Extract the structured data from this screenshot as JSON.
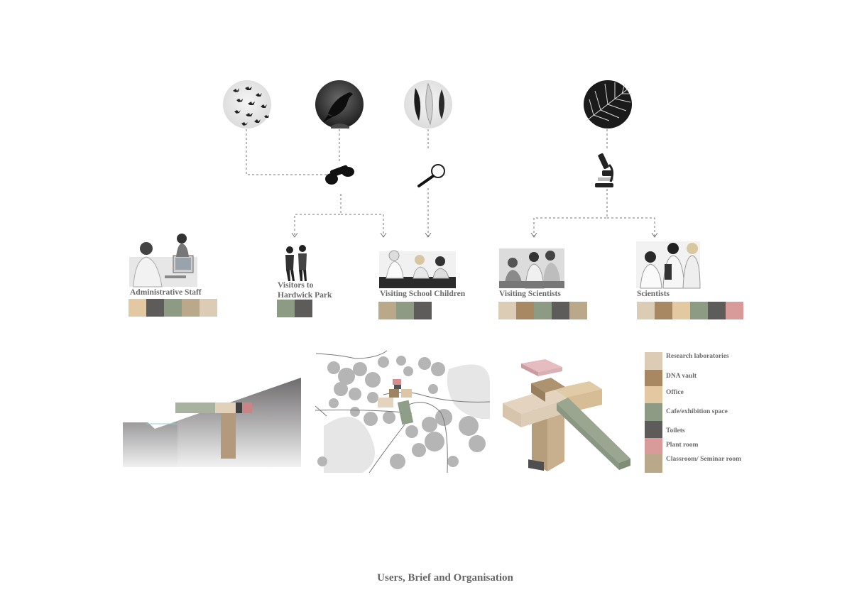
{
  "title": "Users, Brief and Organisation",
  "icons": [
    "birds-flock-icon",
    "bird-icon",
    "feathers-icon",
    "leaf-veins-icon",
    "binoculars-icon",
    "magnifier-icon",
    "microscope-icon"
  ],
  "colors": {
    "research_laboratories": "#dccbb5",
    "dna_vault": "#a78862",
    "office": "#e3c9a1",
    "cafe_exhibition": "#8d9b85",
    "toilets": "#5d5c5b",
    "plant_room": "#d99a9a",
    "classroom_seminar": "#b9a889"
  },
  "users": [
    {
      "id": "admin",
      "label": "Administrative Staff",
      "swatches": [
        "#e3c9a1",
        "#5d5c5b",
        "#8d9b85",
        "#b9a889",
        "#dccbb5"
      ]
    },
    {
      "id": "visitors",
      "label_line1": "Visitors to",
      "label_line2": "Hardwick Park",
      "swatches": [
        "#8d9b85",
        "#5d5c5b"
      ]
    },
    {
      "id": "school",
      "label": "Visiting School Children",
      "swatches": [
        "#b9a889",
        "#8d9b85",
        "#5d5c5b"
      ]
    },
    {
      "id": "visiting_sci",
      "label": "Visiting Scientists",
      "swatches": [
        "#dccbb5",
        "#a78862",
        "#8d9b85",
        "#5d5c5b",
        "#b9a889"
      ]
    },
    {
      "id": "scientists",
      "label": "Scientists",
      "swatches": [
        "#dccbb5",
        "#a78862",
        "#e3c9a1",
        "#8d9b85",
        "#5d5c5b",
        "#d99a9a"
      ]
    }
  ],
  "legend": [
    {
      "label": "Research laboratories",
      "color": "#dccbb5"
    },
    {
      "label": "DNA vault",
      "color": "#a78862"
    },
    {
      "label": "Office",
      "color": "#e3c9a1"
    },
    {
      "label": "Cafe/exhibition space",
      "color": "#8d9b85"
    },
    {
      "label": "Toilets",
      "color": "#5d5c5b"
    },
    {
      "label": "Plant room",
      "color": "#d99a9a"
    },
    {
      "label": "Classroom/ Seminar room",
      "color": "#b9a889"
    }
  ]
}
